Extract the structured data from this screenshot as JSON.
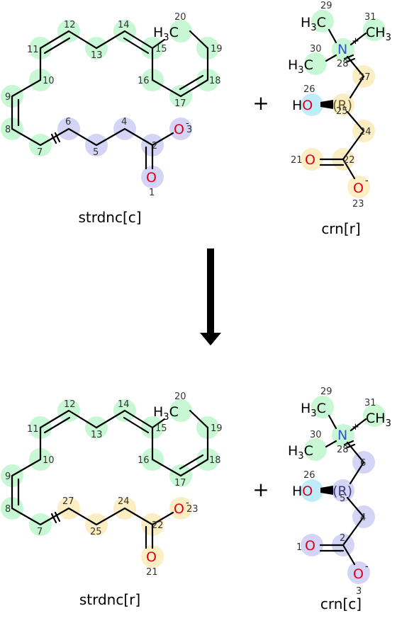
{
  "operators": {
    "plus": "+"
  },
  "colors": {
    "green": "#b5f5c6",
    "blue": "#c6c6f5",
    "yellow": "#fbe9b0",
    "cyan": "#a9e8f7",
    "oxygen": "#e0001a",
    "nitrogen": "#3355cc",
    "carbon": "#000000"
  },
  "molecules": {
    "top_left": {
      "name": "strdnc[c]"
    },
    "top_right": {
      "name": "crn[r]"
    },
    "bottom_left": {
      "name": "strdnc[r]"
    },
    "bottom_right": {
      "name": "crn[c]"
    }
  },
  "atom_labels": {
    "methyl": "H",
    "methyl_sub": "3",
    "methyl_c": "C",
    "methyl_right_c": "CH",
    "nitrogen": "N",
    "plus_charge": "+",
    "oxygen": "O",
    "minus_charge": "-",
    "hydroxyl_h": "H",
    "stereo": "(R)"
  },
  "atom_indices": {
    "tl": {
      "a1": "1",
      "a2": "2",
      "a3": "3",
      "a4": "4",
      "a5": "5",
      "a6": "6",
      "a7": "7",
      "a8": "8",
      "a9": "9",
      "a10": "10",
      "a11": "11",
      "a12": "12",
      "a13": "13",
      "a14": "14",
      "a15": "15",
      "a16": "16",
      "a17": "17",
      "a18": "18",
      "a19": "19",
      "a20": "20"
    },
    "tr": {
      "a21": "21",
      "a22": "22",
      "a23": "23",
      "a24": "24",
      "a25": "25",
      "a26": "26",
      "a27": "27",
      "a28": "28",
      "a29": "29",
      "a30": "30",
      "a31": "31"
    },
    "bl": {
      "a21": "21",
      "a22": "22",
      "a23": "23",
      "a24": "24",
      "a25": "25",
      "a27": "27",
      "a7": "7",
      "a8": "8",
      "a9": "9",
      "a10": "10",
      "a11": "11",
      "a12": "12",
      "a13": "13",
      "a14": "14",
      "a15": "15",
      "a16": "16",
      "a17": "17",
      "a18": "18",
      "a19": "19",
      "a20": "20"
    },
    "br": {
      "a1": "1",
      "a2": "2",
      "a3": "3",
      "a4": "4",
      "a5": "5",
      "a6": "6",
      "a26": "26",
      "a28": "28",
      "a29": "29",
      "a30": "30",
      "a31": "31"
    }
  }
}
